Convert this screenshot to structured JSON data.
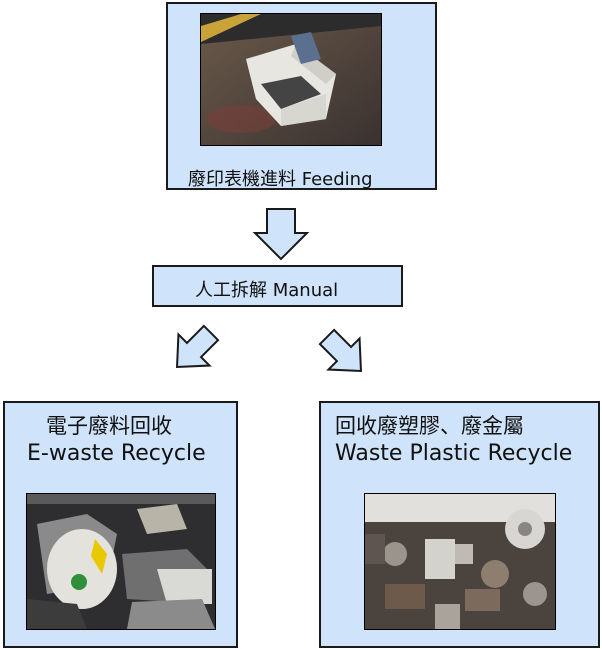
{
  "feeding": {
    "label": "廢印表機進料 Feeding"
  },
  "manual": {
    "label": "人工拆解 Manual"
  },
  "ewaste": {
    "title_zh": "電子廢料回收",
    "title_en": "E-waste Recycle"
  },
  "plastic": {
    "title_zh": "回收廢塑膠、廢金屬",
    "title_en": "Waste Plastic Recycle"
  },
  "colors": {
    "box_fill": "#cfe3fb",
    "border": "#1a1a1a"
  }
}
